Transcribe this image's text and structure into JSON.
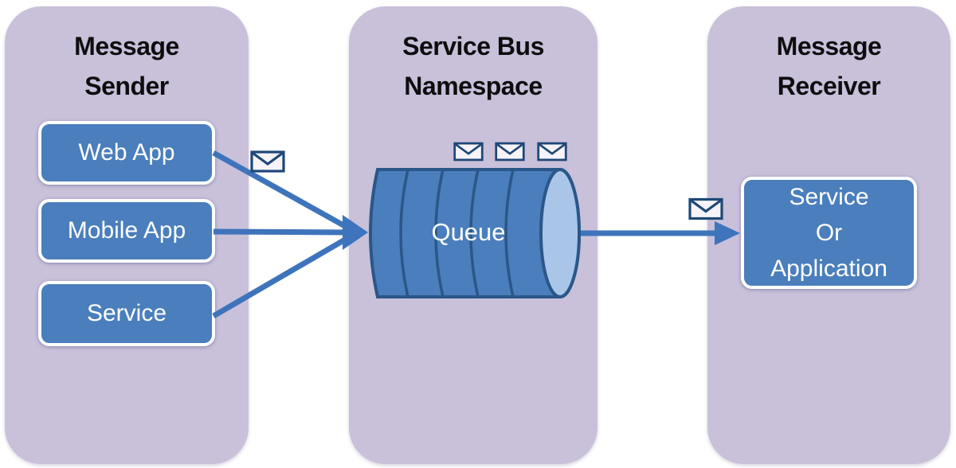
{
  "diagram": {
    "panels": {
      "sender": {
        "title": "Message\nSender",
        "items": [
          {
            "label": "Web App"
          },
          {
            "label": "Mobile App"
          },
          {
            "label": "Service"
          }
        ]
      },
      "namespace": {
        "title": "Service Bus\nNamespace",
        "queue_label": "Queue",
        "envelope_count_above_queue": 3
      },
      "receiver": {
        "title": "Message\nReceiver",
        "box_label": "Service\nOr\nApplication"
      }
    },
    "icons": {
      "envelope": "message-envelope-icon"
    },
    "colors": {
      "background": "#ffffff",
      "panel_fill": "#c9c0da",
      "node_fill": "#4a7ebc",
      "node_border": "#ffffff",
      "node_text": "#ffffff",
      "title_text": "#0d0d0d",
      "arrow": "#3e74bb",
      "cylinder_fill": "#4a7ebc",
      "cylinder_outline": "#2a5788",
      "cylinder_cap_fill": "#a9c6e8",
      "envelope_stroke": "#1e4877",
      "envelope_fill": "#f6f4fa"
    }
  }
}
